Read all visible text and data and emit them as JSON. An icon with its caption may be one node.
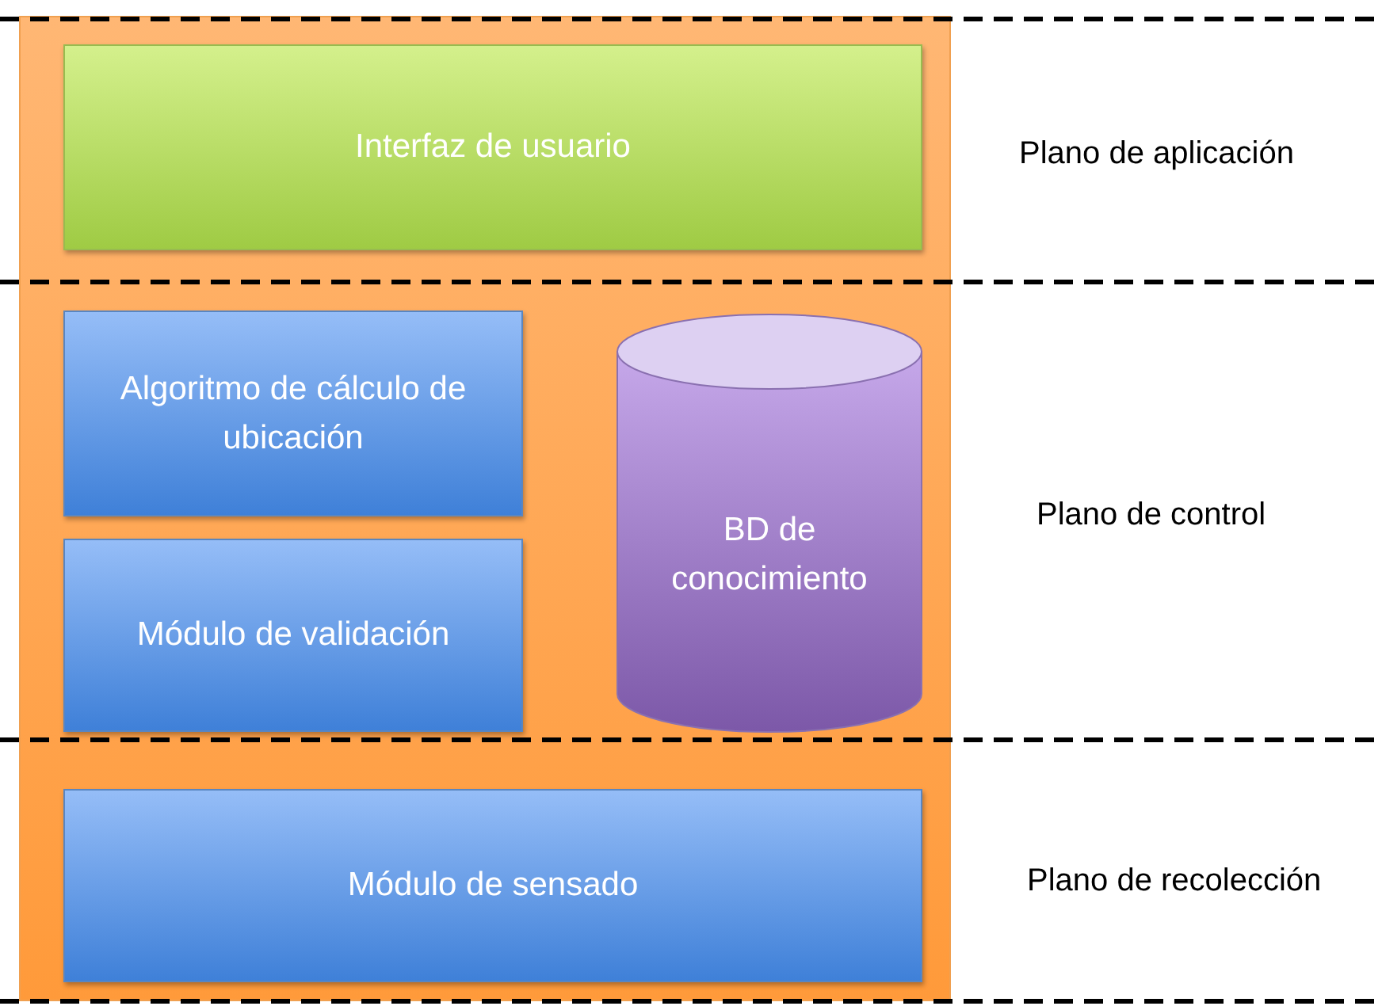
{
  "diagram": {
    "nodes": [
      {
        "text": [],
        "shape": "box"
      },
      {
        "text": [
          "Interfaz de usuario"
        ],
        "in": 0
      },
      {
        "text": [
          "Algoritmo de cálculo de ubicación"
        ],
        "in": 0
      },
      {
        "text": [
          "Módulo de validación"
        ],
        "in": 0
      },
      {
        "text": [
          "BD de conocimiento"
        ],
        "in": 0
      },
      {
        "text": [
          "Módulo de sensado"
        ],
        "in": 0
      }
    ],
    "labels": [
      "Plano de aplicación",
      "Plano de control",
      "Plano de recolección"
    ]
  }
}
